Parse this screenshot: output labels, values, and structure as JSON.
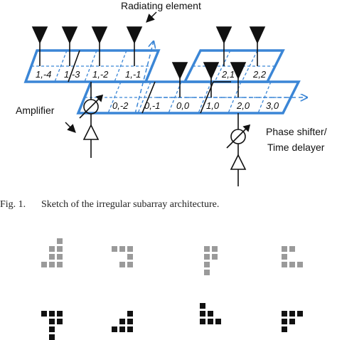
{
  "diagram": {
    "labels": {
      "radiating_element": "Radiating element",
      "amplifier": "Amplifier",
      "phase_shifter_line1": "Phase shifter/",
      "phase_shifter_line2": "Time delayer"
    },
    "elements": {
      "1,-4": "1,-4",
      "1,-3": "1,-3",
      "1,-2": "1,-2",
      "1,-1": "1,-1",
      "0,-2": "0,-2",
      "0,-1": "0,-1",
      "0,0": "0,0",
      "1,0": "1,0",
      "2,0": "2,0",
      "3,0": "3,0",
      "2,1": "2,1",
      "2,2": "2,2"
    },
    "colors": {
      "frame": "#3b86d6",
      "subarray": "#111111",
      "gray_tiles": "#9a9a9a",
      "black_tiles": "#111111"
    }
  },
  "caption": {
    "number": "Fig. 1.",
    "text": "Sketch of the irregular subarray architecture."
  }
}
